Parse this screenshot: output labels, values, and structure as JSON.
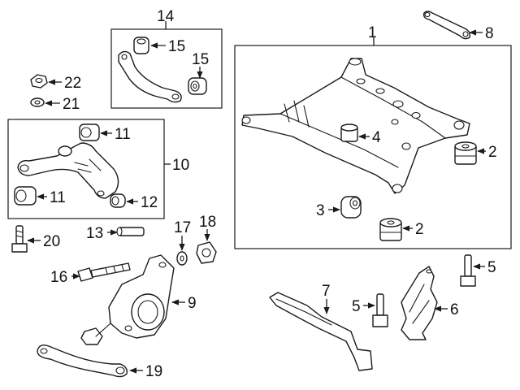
{
  "diagram": {
    "callouts": {
      "c1": "1",
      "c2a": "2",
      "c2b": "2",
      "c3": "3",
      "c4": "4",
      "c5a": "5",
      "c5b": "5",
      "c6": "6",
      "c7": "7",
      "c8": "8",
      "c9": "9",
      "c10": "10",
      "c11a": "11",
      "c11b": "11",
      "c12": "12",
      "c13": "13",
      "c14": "14",
      "c15a": "15",
      "c15b": "15",
      "c16": "16",
      "c17": "17",
      "c18": "18",
      "c19": "19",
      "c20": "20",
      "c21": "21",
      "c22": "22"
    },
    "colors": {
      "line": "#1a1a1a",
      "background": "#ffffff"
    }
  }
}
